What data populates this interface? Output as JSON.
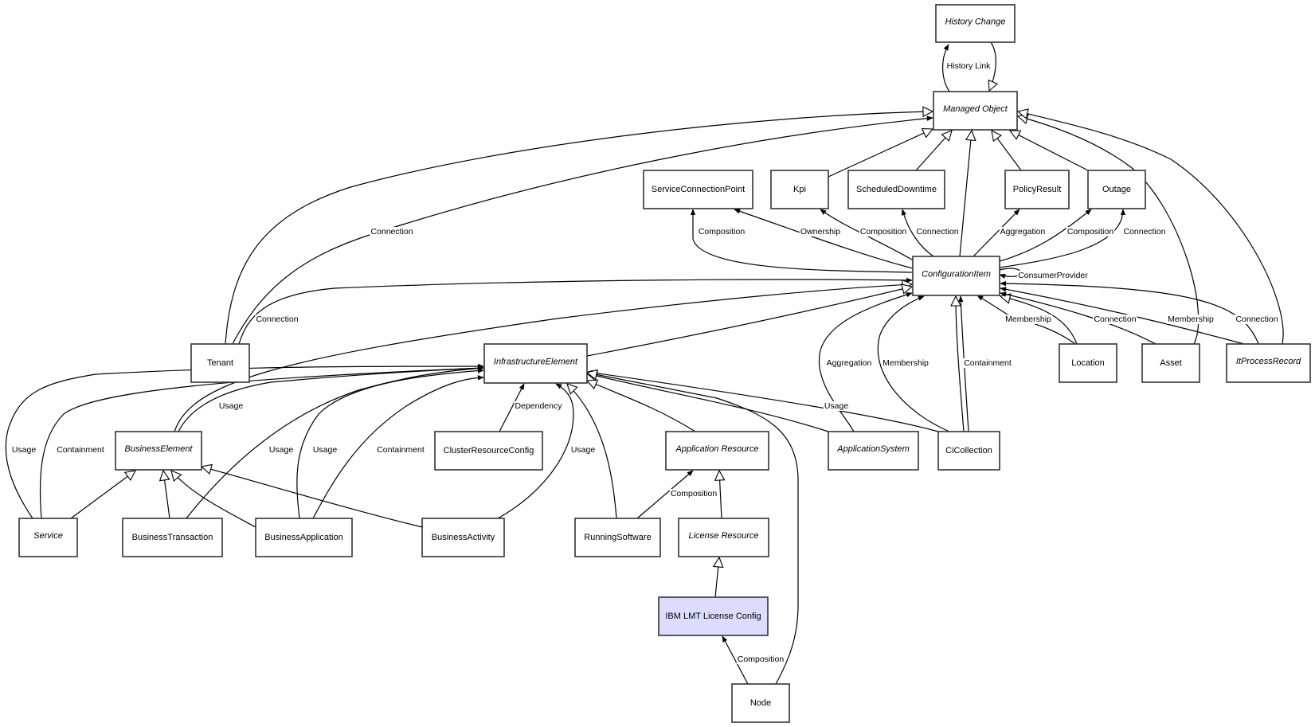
{
  "diagram": {
    "title": "IBM LMT License Config class relationships",
    "highlight_color": "#dcdcfc",
    "nodes": [
      {
        "id": "history_change",
        "label": "History Change",
        "abstract": true
      },
      {
        "id": "managed_object",
        "label": "Managed Object",
        "abstract": true
      },
      {
        "id": "service_connection_point",
        "label": "ServiceConnectionPoint",
        "abstract": false
      },
      {
        "id": "kpi",
        "label": "Kpi",
        "abstract": false
      },
      {
        "id": "scheduled_downtime",
        "label": "ScheduledDowntime",
        "abstract": false
      },
      {
        "id": "policy_result",
        "label": "PolicyResult",
        "abstract": false
      },
      {
        "id": "outage",
        "label": "Outage",
        "abstract": false
      },
      {
        "id": "configuration_item",
        "label": "ConfigurationItem",
        "abstract": true
      },
      {
        "id": "tenant",
        "label": "Tenant",
        "abstract": false
      },
      {
        "id": "infrastructure_element",
        "label": "InfrastructureElement",
        "abstract": true
      },
      {
        "id": "location",
        "label": "Location",
        "abstract": false
      },
      {
        "id": "asset",
        "label": "Asset",
        "abstract": false
      },
      {
        "id": "it_process_record",
        "label": "ItProcessRecord",
        "abstract": true
      },
      {
        "id": "business_element",
        "label": "BusinessElement",
        "abstract": true
      },
      {
        "id": "cluster_resource_config",
        "label": "ClusterResourceConfig",
        "abstract": false
      },
      {
        "id": "application_resource",
        "label": "Application Resource",
        "abstract": true
      },
      {
        "id": "application_system",
        "label": "ApplicationSystem",
        "abstract": true
      },
      {
        "id": "ci_collection",
        "label": "CiCollection",
        "abstract": false
      },
      {
        "id": "service",
        "label": "Service",
        "abstract": true
      },
      {
        "id": "business_transaction",
        "label": "BusinessTransaction",
        "abstract": false
      },
      {
        "id": "business_application",
        "label": "BusinessApplication",
        "abstract": false
      },
      {
        "id": "business_activity",
        "label": "BusinessActivity",
        "abstract": false
      },
      {
        "id": "running_software",
        "label": "RunningSoftware",
        "abstract": false
      },
      {
        "id": "license_resource",
        "label": "License Resource",
        "abstract": true
      },
      {
        "id": "ibm_lmt_license_config",
        "label": "IBM LMT License Config",
        "abstract": false,
        "highlighted": true
      },
      {
        "id": "node",
        "label": "Node",
        "abstract": false
      }
    ],
    "edges": [
      {
        "from": "managed_object",
        "to": "history_change",
        "label": "History Link",
        "kind": "association"
      },
      {
        "from": "history_change",
        "to": "managed_object",
        "label": "",
        "kind": "inheritance"
      },
      {
        "from": "tenant",
        "to": "managed_object",
        "label": "",
        "kind": "inheritance"
      },
      {
        "from": "tenant",
        "to": "managed_object",
        "label": "Connection",
        "kind": "association"
      },
      {
        "from": "kpi",
        "to": "managed_object",
        "label": "",
        "kind": "inheritance"
      },
      {
        "from": "scheduled_downtime",
        "to": "managed_object",
        "label": "",
        "kind": "inheritance"
      },
      {
        "from": "configuration_item",
        "to": "managed_object",
        "label": "",
        "kind": "inheritance"
      },
      {
        "from": "policy_result",
        "to": "managed_object",
        "label": "",
        "kind": "inheritance"
      },
      {
        "from": "outage",
        "to": "managed_object",
        "label": "",
        "kind": "inheritance"
      },
      {
        "from": "asset",
        "to": "managed_object",
        "label": "",
        "kind": "inheritance"
      },
      {
        "from": "it_process_record",
        "to": "managed_object",
        "label": "",
        "kind": "inheritance"
      },
      {
        "from": "configuration_item",
        "to": "service_connection_point",
        "label": "Composition",
        "kind": "association"
      },
      {
        "from": "configuration_item",
        "to": "service_connection_point",
        "label": "Ownership",
        "kind": "association"
      },
      {
        "from": "configuration_item",
        "to": "kpi",
        "label": "Composition",
        "kind": "association"
      },
      {
        "from": "configuration_item",
        "to": "scheduled_downtime",
        "label": "Connection",
        "kind": "association"
      },
      {
        "from": "configuration_item",
        "to": "policy_result",
        "label": "Aggregation",
        "kind": "association"
      },
      {
        "from": "configuration_item",
        "to": "outage",
        "label": "Composition",
        "kind": "association"
      },
      {
        "from": "configuration_item",
        "to": "outage",
        "label": "Connection",
        "kind": "association"
      },
      {
        "from": "configuration_item",
        "to": "configuration_item",
        "label": "ConsumerProvider",
        "kind": "association"
      },
      {
        "from": "tenant",
        "to": "configuration_item",
        "label": "Connection",
        "kind": "association"
      },
      {
        "from": "business_element",
        "to": "configuration_item",
        "label": "",
        "kind": "inheritance"
      },
      {
        "from": "infrastructure_element",
        "to": "configuration_item",
        "label": "",
        "kind": "inheritance"
      },
      {
        "from": "application_system",
        "to": "configuration_item",
        "label": "Aggregation",
        "kind": "association"
      },
      {
        "from": "ci_collection",
        "to": "configuration_item",
        "label": "Membership",
        "kind": "association"
      },
      {
        "from": "ci_collection",
        "to": "configuration_item",
        "label": "",
        "kind": "inheritance"
      },
      {
        "from": "ci_collection",
        "to": "configuration_item",
        "label": "Containment",
        "kind": "association"
      },
      {
        "from": "location",
        "to": "configuration_item",
        "label": "Membership",
        "kind": "association"
      },
      {
        "from": "location",
        "to": "configuration_item",
        "label": "",
        "kind": "inheritance"
      },
      {
        "from": "asset",
        "to": "configuration_item",
        "label": "Connection",
        "kind": "association"
      },
      {
        "from": "it_process_record",
        "to": "configuration_item",
        "label": "Membership",
        "kind": "association"
      },
      {
        "from": "it_process_record",
        "to": "configuration_item",
        "label": "Connection",
        "kind": "association"
      },
      {
        "from": "service",
        "to": "infrastructure_element",
        "label": "Usage",
        "kind": "association"
      },
      {
        "from": "service",
        "to": "infrastructure_element",
        "label": "Containment",
        "kind": "association"
      },
      {
        "from": "business_element",
        "to": "infrastructure_element",
        "label": "Usage",
        "kind": "association"
      },
      {
        "from": "business_transaction",
        "to": "infrastructure_element",
        "label": "Usage",
        "kind": "association"
      },
      {
        "from": "business_application",
        "to": "infrastructure_element",
        "label": "Usage",
        "kind": "association"
      },
      {
        "from": "business_application",
        "to": "infrastructure_element",
        "label": "Containment",
        "kind": "association"
      },
      {
        "from": "cluster_resource_config",
        "to": "infrastructure_element",
        "label": "Dependency",
        "kind": "association"
      },
      {
        "from": "business_activity",
        "to": "infrastructure_element",
        "label": "Usage",
        "kind": "association"
      },
      {
        "from": "running_software",
        "to": "infrastructure_element",
        "label": "",
        "kind": "inheritance"
      },
      {
        "from": "application_resource",
        "to": "infrastructure_element",
        "label": "",
        "kind": "inheritance"
      },
      {
        "from": "application_system",
        "to": "infrastructure_element",
        "label": "",
        "kind": "inheritance"
      },
      {
        "from": "ci_collection",
        "to": "infrastructure_element",
        "label": "Usage",
        "kind": "association"
      },
      {
        "from": "node",
        "to": "infrastructure_element",
        "label": "",
        "kind": "inheritance"
      },
      {
        "from": "service",
        "to": "business_element",
        "label": "",
        "kind": "inheritance"
      },
      {
        "from": "business_transaction",
        "to": "business_element",
        "label": "",
        "kind": "inheritance"
      },
      {
        "from": "business_application",
        "to": "business_element",
        "label": "",
        "kind": "inheritance"
      },
      {
        "from": "business_activity",
        "to": "business_element",
        "label": "",
        "kind": "inheritance"
      },
      {
        "from": "running_software",
        "to": "application_resource",
        "label": "Composition",
        "kind": "association"
      },
      {
        "from": "license_resource",
        "to": "application_resource",
        "label": "",
        "kind": "inheritance"
      },
      {
        "from": "ibm_lmt_license_config",
        "to": "license_resource",
        "label": "",
        "kind": "inheritance"
      },
      {
        "from": "node",
        "to": "ibm_lmt_license_config",
        "label": "Composition",
        "kind": "association"
      }
    ]
  }
}
